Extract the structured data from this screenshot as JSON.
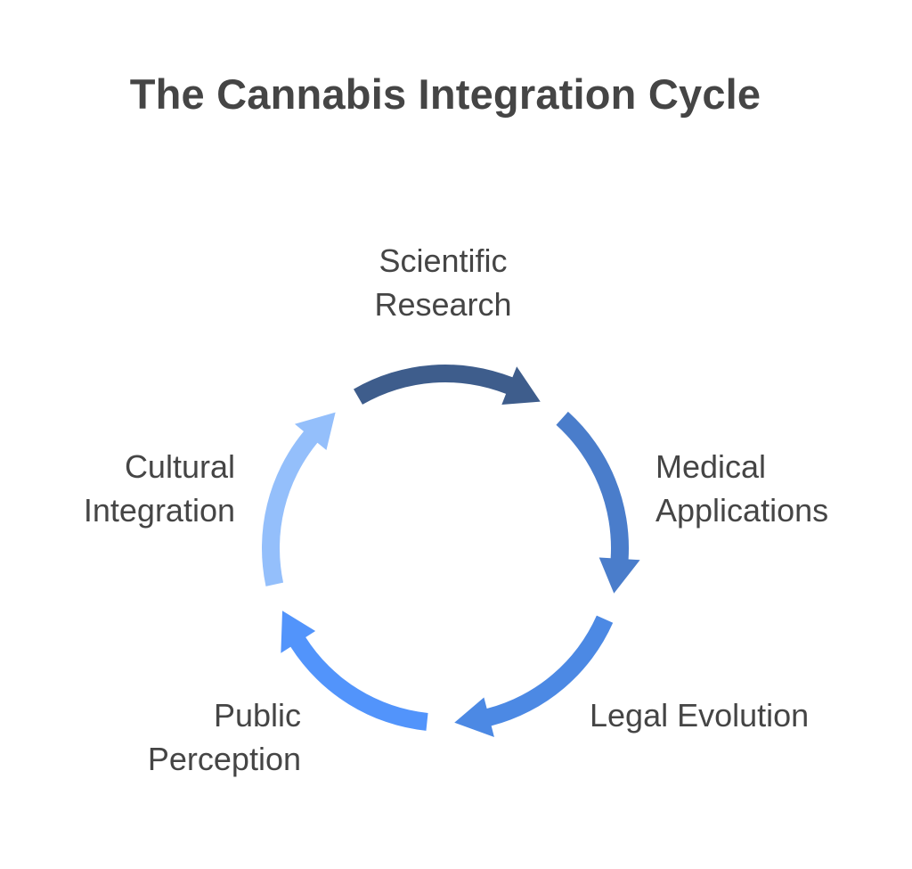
{
  "title": "The Cannabis Integration Cycle",
  "stages": [
    {
      "line1": "Scientific",
      "line2": "Research",
      "color": "#3E5D8C"
    },
    {
      "line1": "Medical",
      "line2": "Applications",
      "color": "#4A7DCB"
    },
    {
      "line1": "Legal Evolution",
      "line2": "",
      "color": "#4C89E4"
    },
    {
      "line1": "Public",
      "line2": "Perception",
      "color": "#5294FB"
    },
    {
      "line1": "Cultural",
      "line2": "Integration",
      "color": "#94BFFB"
    }
  ]
}
